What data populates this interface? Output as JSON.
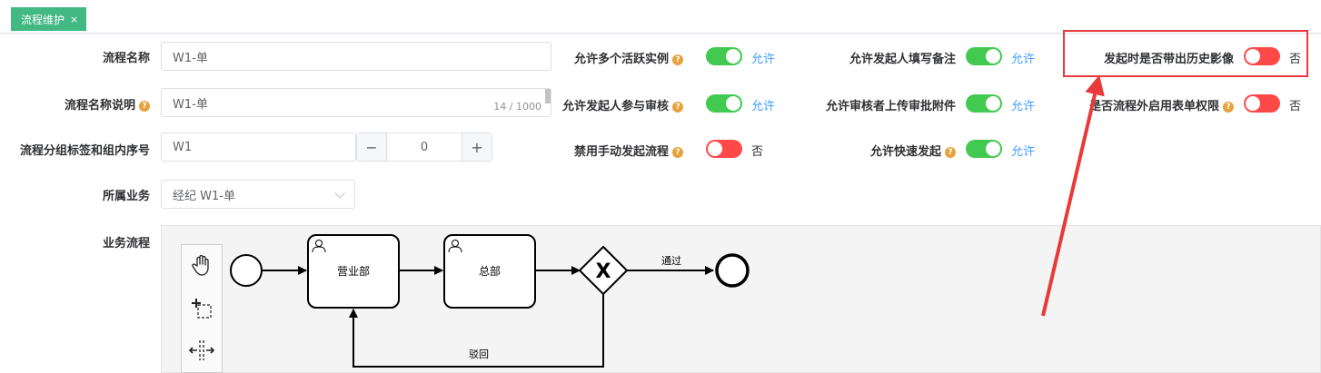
{
  "tab": {
    "label": "流程维护",
    "close": "×"
  },
  "form": {
    "process_name": {
      "label": "流程名称",
      "value": "W1-单"
    },
    "process_desc": {
      "label": "流程名称说明",
      "value": "W1-单",
      "counter": "14 / 1000"
    },
    "group": {
      "label": "流程分组标签和组内序号",
      "value": "W1",
      "order": "0",
      "minus": "−",
      "plus": "+"
    },
    "business": {
      "label": "所属业务",
      "value": "经纪 W1-单"
    },
    "flow": {
      "label": "业务流程"
    }
  },
  "switches": [
    {
      "label": "允许多个活跃实例",
      "help": true,
      "on": true,
      "text": "允许"
    },
    {
      "label": "允许发起人参与审核",
      "help": true,
      "on": true,
      "text": "允许"
    },
    {
      "label": "禁用手动发起流程",
      "help": true,
      "on": false,
      "text": "否"
    },
    {
      "label": "允许发起人填写备注",
      "help": false,
      "on": true,
      "text": "允许"
    },
    {
      "label": "允许审核者上传审批附件",
      "help": false,
      "on": true,
      "text": "允许"
    },
    {
      "label": "允许快速发起",
      "help": true,
      "on": true,
      "text": "允许"
    },
    {
      "label": "发起时是否带出历史影像",
      "help": false,
      "on": false,
      "text": "否"
    },
    {
      "label": "是否流程外启用表单权限",
      "help": true,
      "on": false,
      "text": "否"
    }
  ],
  "help_glyph": "?",
  "diagram": {
    "task1": "营业部",
    "task2": "总部",
    "gateway_mark": "X",
    "pass_label": "通过",
    "reject_label": "驳回"
  },
  "colors": {
    "accent": "#42b983",
    "switch_on": "#42c94f",
    "switch_off": "#ff4949",
    "link": "#409eff",
    "annotation": "#e83a3a"
  },
  "icons": [
    "hand-tool-icon",
    "lasso-tool-icon",
    "space-tool-icon",
    "help-icon",
    "user-icon"
  ]
}
